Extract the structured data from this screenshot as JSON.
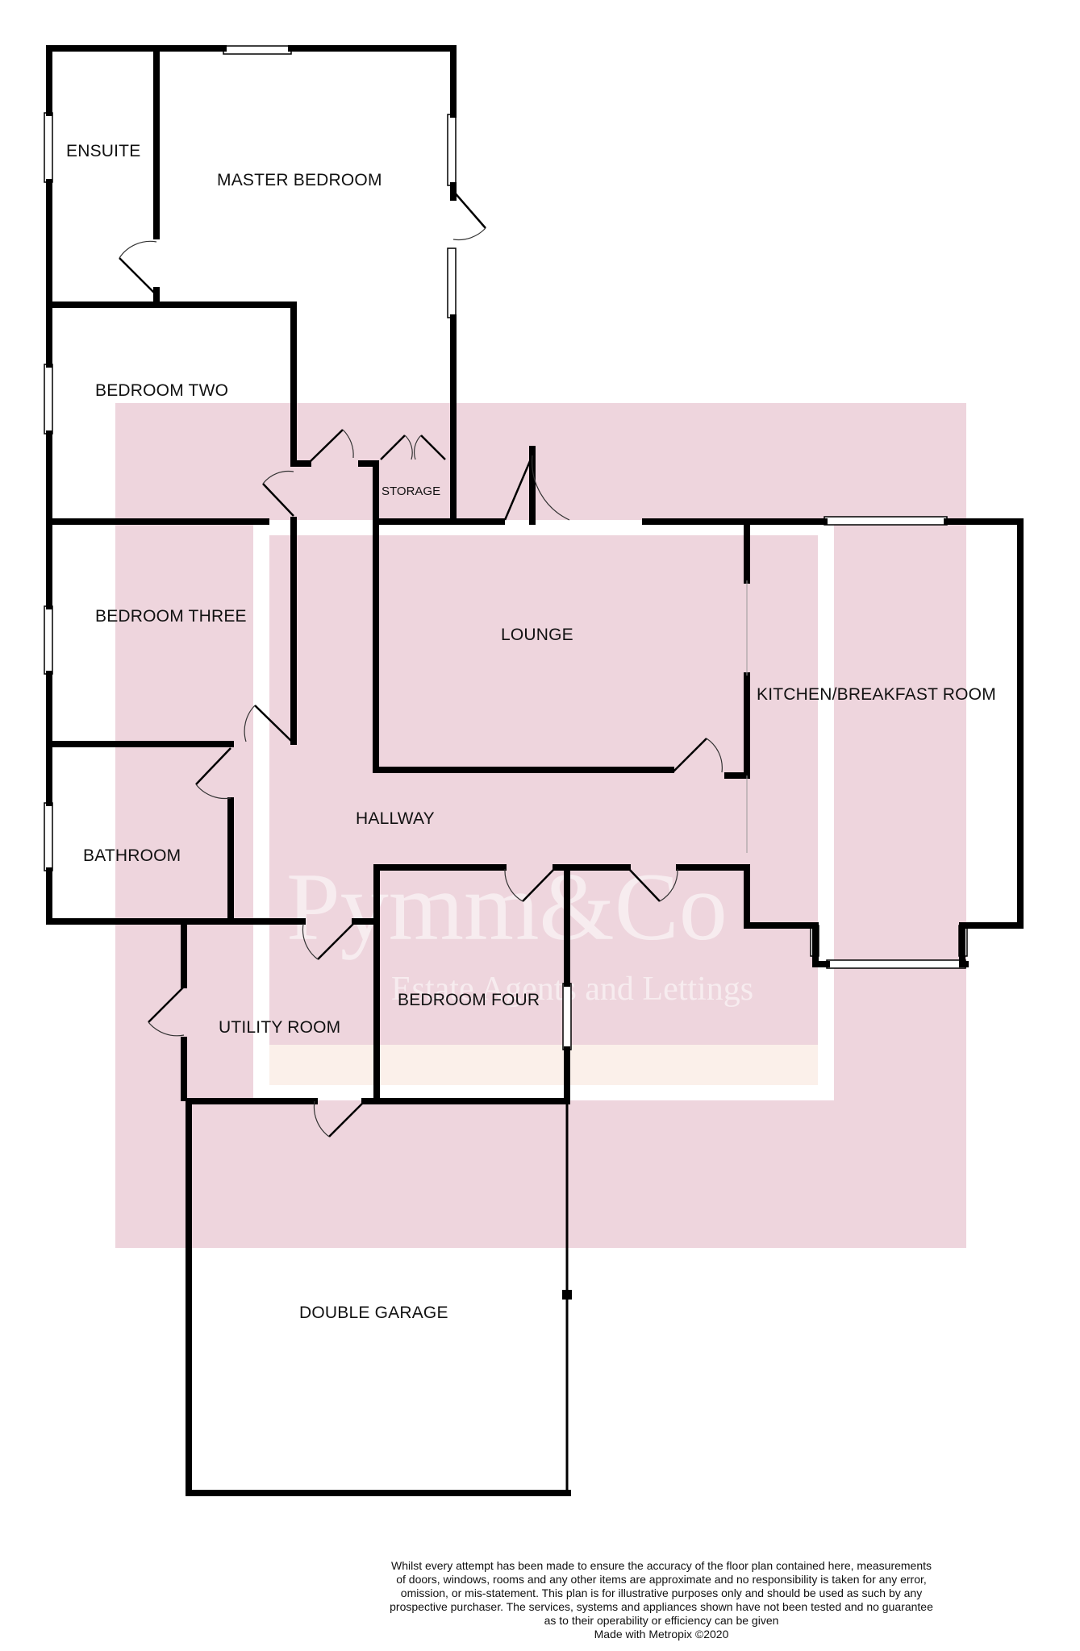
{
  "rooms": {
    "ensuite": "ENSUITE",
    "master_bedroom": "MASTER BEDROOM",
    "bedroom_two": "BEDROOM TWO",
    "storage": "STORAGE",
    "bedroom_three": "BEDROOM THREE",
    "lounge": "LOUNGE",
    "kitchen": "KITCHEN/BREAKFAST ROOM",
    "hallway": "HALLWAY",
    "bathroom": "BATHROOM",
    "bedroom_four": "BEDROOM FOUR",
    "utility_room": "UTILITY ROOM",
    "double_garage": "DOUBLE GARAGE"
  },
  "watermark": {
    "brand": "Pymm&Co",
    "tagline": "Estate Agents and Lettings"
  },
  "colors": {
    "watermark_pink": "#eed5dd",
    "watermark_cream": "#fbf0ea"
  },
  "disclaimer": {
    "lines": [
      "Whilst every attempt has been made to ensure the accuracy of the floor plan contained here, measurements",
      "of doors, windows, rooms and any other items are approximate and no responsibility is taken for any error,",
      "omission, or mis-statement. This plan is for illustrative purposes only and should be used as such by any",
      "prospective purchaser. The services, systems and appliances shown have not been tested and no guarantee",
      "as to their operability or efficiency can be given"
    ],
    "credit": "Made with Metropix ©2020"
  }
}
